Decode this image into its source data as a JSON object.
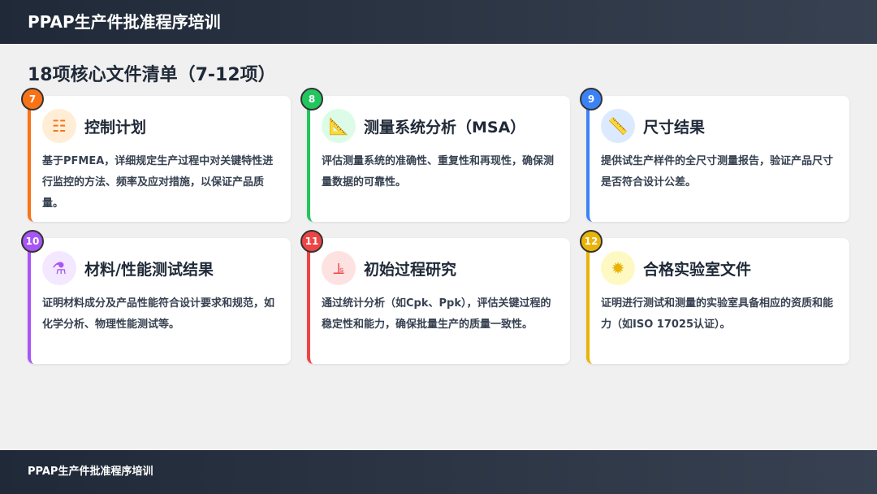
{
  "header": {
    "title": "PPAP生产件批准程序培训"
  },
  "page_title": "18项核心文件清单（7-12项）",
  "cards": [
    {
      "num": "7",
      "title": "控制计划",
      "desc": "基于PFMEA，详细规定生产过程中对关键特性进行监控的方法、频率及应对措施，以保证产品质量。",
      "icon": "checklist-icon",
      "color": "#f97316",
      "bg": "#ffedd5",
      "glyph": "☷"
    },
    {
      "num": "8",
      "title": "测量系统分析（MSA）",
      "desc": "评估测量系统的准确性、重复性和再现性，确保测量数据的可靠性。",
      "icon": "ruler-combined-icon",
      "color": "#22c55e",
      "bg": "#dcfce7",
      "glyph": "📐"
    },
    {
      "num": "9",
      "title": "尺寸结果",
      "desc": "提供试生产样件的全尺寸测量报告，验证产品尺寸是否符合设计公差。",
      "icon": "ruler-icon",
      "color": "#3b82f6",
      "bg": "#dbeafe",
      "glyph": "📏"
    },
    {
      "num": "10",
      "title": "材料/性能测试结果",
      "desc": "证明材料成分及产品性能符合设计要求和规范，如化学分析、物理性能测试等。",
      "icon": "flask-icon",
      "color": "#a855f7",
      "bg": "#f3e8ff",
      "glyph": "⚗"
    },
    {
      "num": "11",
      "title": "初始过程研究",
      "desc": "通过统计分析（如Cpk、Ppk），评估关键过程的稳定性和能力，确保批量生产的质量一致性。",
      "icon": "chart-icon",
      "color": "#ef4444",
      "bg": "#fee2e2",
      "glyph": "⫡"
    },
    {
      "num": "12",
      "title": "合格实验室文件",
      "desc": "证明进行测试和测量的实验室具备相应的资质和能力（如ISO 17025认证）。",
      "icon": "certificate-icon",
      "color": "#eab308",
      "bg": "#fef9c3",
      "glyph": "✹"
    }
  ],
  "footer": {
    "text": "PPAP生产件批准程序培训"
  }
}
